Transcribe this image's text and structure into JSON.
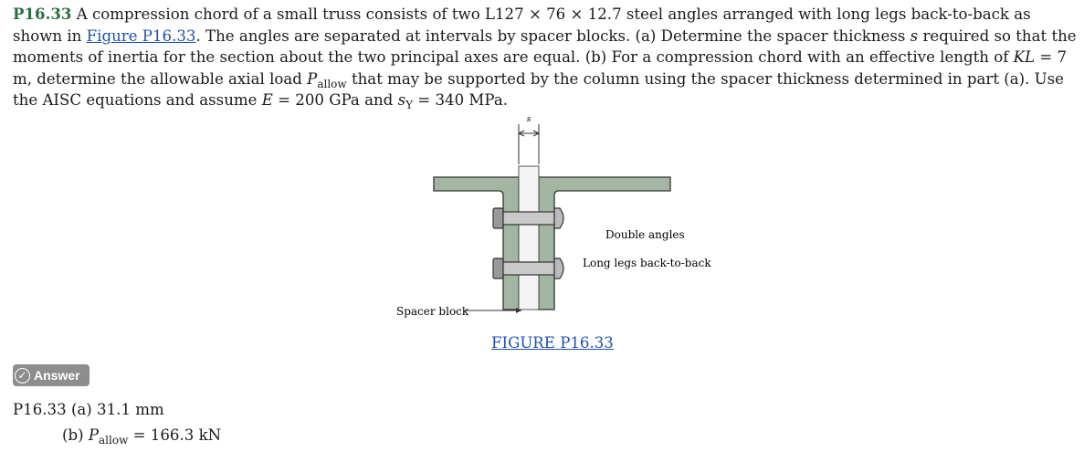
{
  "problem": {
    "number": "P16.33",
    "text1": " A compression chord of a small truss consists of two L127 × 76 × 12.7 steel angles arranged with long legs back-to-back as shown in ",
    "figure_link": "Figure P16.33",
    "text2": ". The angles are separated at intervals by spacer blocks. (a) Determine the spacer thickness ",
    "s_symbol": "s",
    "text3": " required so that the moments of inertia for the section about the two principal axes are equal. (b) For a compression chord with an effective length of ",
    "kl_symbol": "KL",
    "text4": " = 7 m, determine the allowable axial load ",
    "p_symbol": "P",
    "p_sub": "allow",
    "text5": " that may be supported by the column using the spacer thickness determined in part (a). Use the AISC equations and assume ",
    "e_symbol": "E",
    "text6": " = 200 GPa and ",
    "sy_symbol": "s",
    "sy_sub": "Y",
    "text7": " = 340 MPa."
  },
  "figure": {
    "dim_label": "s",
    "label_double": "Double angles",
    "label_long": "Long legs back-to-back",
    "label_spacer": "Spacer block",
    "caption": "FIGURE P16.33",
    "colors": {
      "angle_fill": "#a3b6a3",
      "outline": "#333333",
      "spacer_fill": "#f4f4f4"
    }
  },
  "answer": {
    "button_label": "Answer",
    "part_a": "P16.33 (a) 31.1 mm",
    "part_b_prefix": "(b) ",
    "part_b_symbol": "P",
    "part_b_sub": "allow",
    "part_b_value": " = 166.3 kN"
  }
}
